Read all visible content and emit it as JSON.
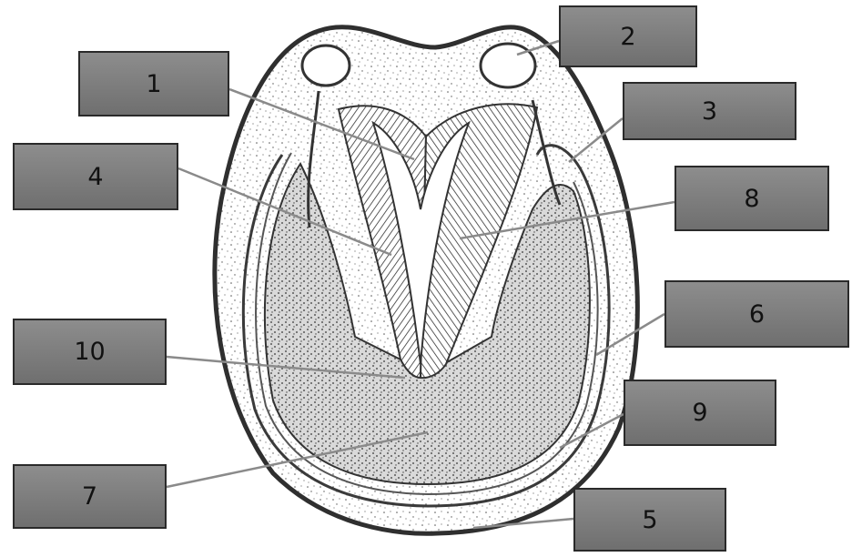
{
  "labels": {
    "l1": "1",
    "l2": "2",
    "l3": "3",
    "l4": "4",
    "l5": "5",
    "l6": "6",
    "l7": "7",
    "l8": "8",
    "l9": "9",
    "l10": "10"
  },
  "colors": {
    "label_fill": "#7f7f7f",
    "label_border": "#2a2a2a",
    "outline": "#333333",
    "leader": "#8a8a8a"
  }
}
